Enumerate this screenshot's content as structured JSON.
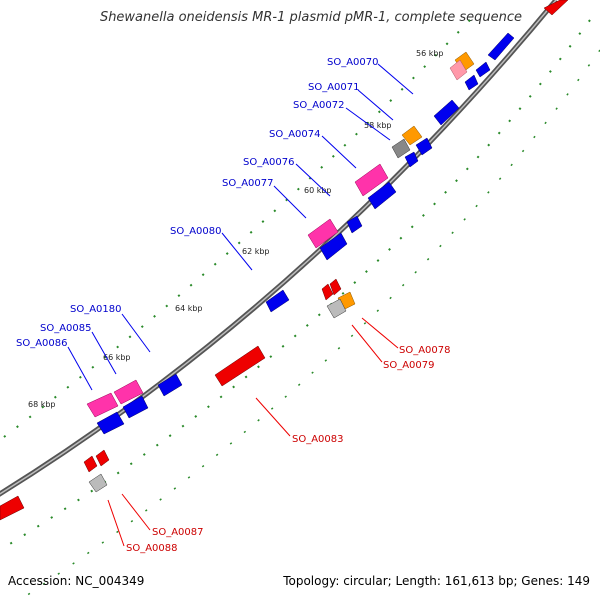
{
  "title": "Shewanella oneidensis MR-1 plasmid pMR-1, complete sequence",
  "footer": {
    "accession_label": "Accession:",
    "accession": "NC_004349",
    "topology_label": "Topology:",
    "topology": "circular",
    "length_label": "Length:",
    "length": "161,613 bp",
    "genes_label": "Genes:",
    "genes": "149"
  },
  "colors": {
    "forward_gene": "#0000ee",
    "reverse_gene": "#ee0000",
    "pink_gene": "#ff33aa",
    "orange_gene": "#ff9900",
    "gray_gene": "#888888",
    "ruler": "#2a8a2a",
    "backbone": "#666666"
  },
  "ticks": [
    "56 kbp",
    "58 kbp",
    "60 kbp",
    "62 kbp",
    "64 kbp",
    "66 kbp",
    "68 kbp"
  ],
  "forward_labels": [
    "SO_A0070",
    "SO_A0071",
    "SO_A0072",
    "SO_A0074",
    "SO_A0076",
    "SO_A0077",
    "SO_A0080",
    "SO_A0180",
    "SO_A0085",
    "SO_A0086"
  ],
  "reverse_labels": [
    "SO_A0078",
    "SO_A0079",
    "SO_A0083",
    "SO_A0087",
    "SO_A0088"
  ]
}
